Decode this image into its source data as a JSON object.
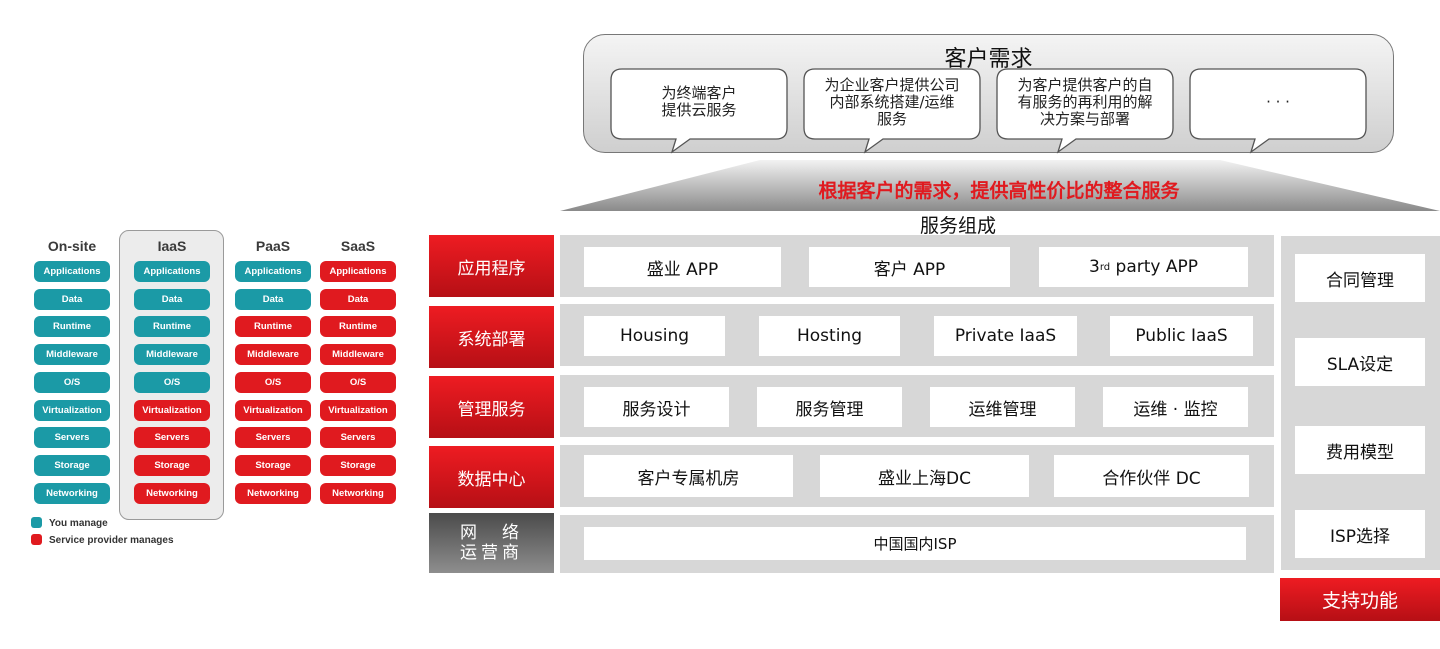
{
  "cloud_models": {
    "columns": [
      {
        "title": "On-site",
        "layers": [
          {
            "label": "Applications",
            "managed_by": "you"
          },
          {
            "label": "Data",
            "managed_by": "you"
          },
          {
            "label": "Runtime",
            "managed_by": "you"
          },
          {
            "label": "Middleware",
            "managed_by": "you"
          },
          {
            "label": "O/S",
            "managed_by": "you"
          },
          {
            "label": "Virtualization",
            "managed_by": "you"
          },
          {
            "label": "Servers",
            "managed_by": "you"
          },
          {
            "label": "Storage",
            "managed_by": "you"
          },
          {
            "label": "Networking",
            "managed_by": "you"
          }
        ]
      },
      {
        "title": "IaaS",
        "layers": [
          {
            "label": "Applications",
            "managed_by": "you"
          },
          {
            "label": "Data",
            "managed_by": "you"
          },
          {
            "label": "Runtime",
            "managed_by": "you"
          },
          {
            "label": "Middleware",
            "managed_by": "you"
          },
          {
            "label": "O/S",
            "managed_by": "you"
          },
          {
            "label": "Virtualization",
            "managed_by": "provider"
          },
          {
            "label": "Servers",
            "managed_by": "provider"
          },
          {
            "label": "Storage",
            "managed_by": "provider"
          },
          {
            "label": "Networking",
            "managed_by": "provider"
          }
        ]
      },
      {
        "title": "PaaS",
        "layers": [
          {
            "label": "Applications",
            "managed_by": "you"
          },
          {
            "label": "Data",
            "managed_by": "you"
          },
          {
            "label": "Runtime",
            "managed_by": "provider"
          },
          {
            "label": "Middleware",
            "managed_by": "provider"
          },
          {
            "label": "O/S",
            "managed_by": "provider"
          },
          {
            "label": "Virtualization",
            "managed_by": "provider"
          },
          {
            "label": "Servers",
            "managed_by": "provider"
          },
          {
            "label": "Storage",
            "managed_by": "provider"
          },
          {
            "label": "Networking",
            "managed_by": "provider"
          }
        ]
      },
      {
        "title": "SaaS",
        "layers": [
          {
            "label": "Applications",
            "managed_by": "provider"
          },
          {
            "label": "Data",
            "managed_by": "provider"
          },
          {
            "label": "Runtime",
            "managed_by": "provider"
          },
          {
            "label": "Middleware",
            "managed_by": "provider"
          },
          {
            "label": "O/S",
            "managed_by": "provider"
          },
          {
            "label": "Virtualization",
            "managed_by": "provider"
          },
          {
            "label": "Servers",
            "managed_by": "provider"
          },
          {
            "label": "Storage",
            "managed_by": "provider"
          },
          {
            "label": "Networking",
            "managed_by": "provider"
          }
        ]
      }
    ],
    "legend": {
      "you": "You manage",
      "provider": "Service provider manages"
    },
    "colors": {
      "you": "#1b9aa6",
      "provider": "#e01a1f"
    }
  },
  "needs": {
    "title": "客户需求",
    "items": [
      "为终端客户\n提供云服务",
      "为企业客户提供公司\n内部系统搭建/运维\n服务",
      "为客户提供客户的自\n有服务的再利用的解\n决方案与部署",
      "· · ·"
    ]
  },
  "tagline": "根据客户的需求，提供高性价比的整合服务",
  "services_heading": "服务组成",
  "rows": [
    {
      "label": "应用程序",
      "items": [
        "盛业 APP",
        "客户 APP",
        "3rd party APP"
      ]
    },
    {
      "label": "系统部署",
      "items": [
        "Housing",
        "Hosting",
        "Private IaaS",
        "Public IaaS"
      ]
    },
    {
      "label": "管理服务",
      "items": [
        "服务设计",
        "服务管理",
        "运维管理",
        "运维 · 监控"
      ]
    },
    {
      "label": "数据中心",
      "items": [
        "客户专属机房",
        "盛业上海DC",
        "合作伙伴 DC"
      ]
    },
    {
      "label": "网　络\n运营商",
      "items": [
        "中国国内ISP"
      ]
    }
  ],
  "support": {
    "items": [
      "合同管理",
      "SLA设定",
      "费用模型",
      "ISP选择"
    ],
    "label": "支持功能"
  },
  "colors": {
    "accent_red": "#e01a1f",
    "panel_grey": "#d7d7d7"
  }
}
